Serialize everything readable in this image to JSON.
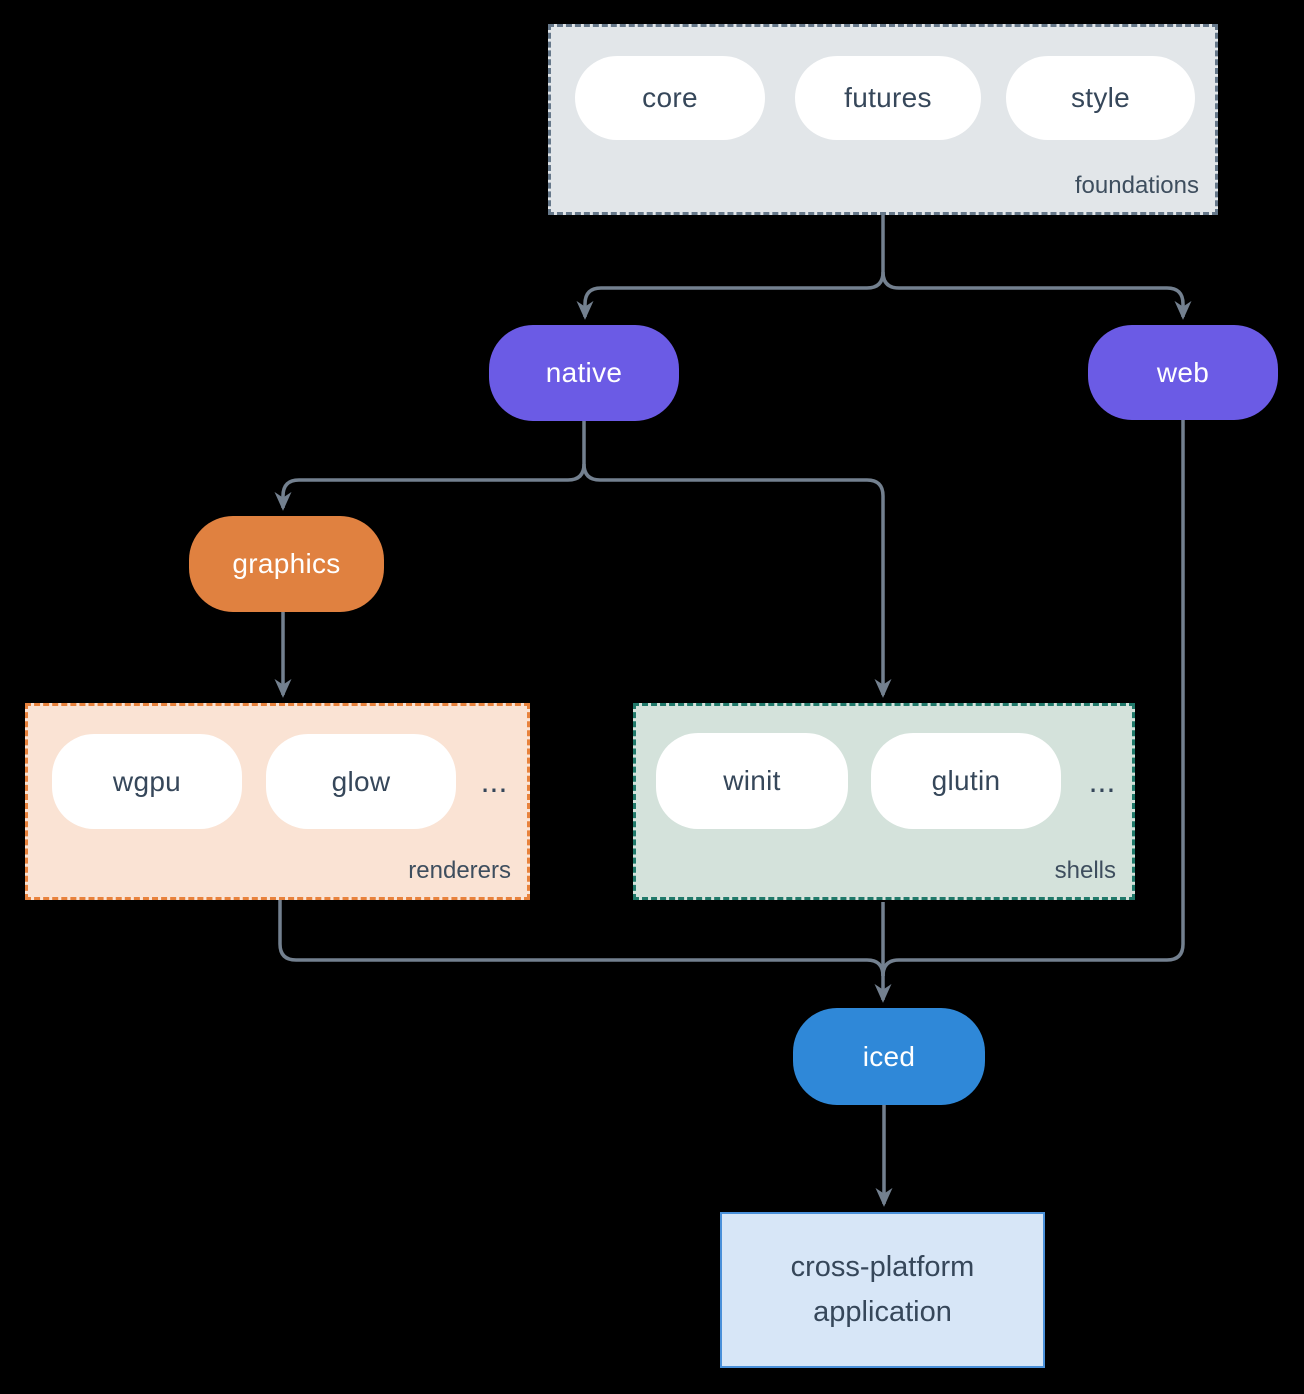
{
  "colors": {
    "canvas-bg": "#000000",
    "line": "#73808F",
    "text-dark": "#36475A",
    "text-light": "#FFFFFF",
    "label": "#3E4E5E",
    "purple": "#6B5BE5",
    "orange": "#E08140",
    "blue": "#2F88D8",
    "foundations-fill": "#E2E6E9",
    "foundations-border": "#66788A",
    "renderers-fill": "#FAE3D4",
    "renderers-border": "#E8823C",
    "shells-fill": "#D4E2DB",
    "shells-border": "#20796A",
    "app-fill": "#D7E6F7",
    "app-border": "#4A90D9"
  },
  "nodes": {
    "foundations": {
      "label": "foundations",
      "items": [
        "core",
        "futures",
        "style"
      ]
    },
    "native": {
      "label": "native"
    },
    "web": {
      "label": "web"
    },
    "graphics": {
      "label": "graphics"
    },
    "renderers": {
      "label": "renderers",
      "items": [
        "wgpu",
        "glow"
      ],
      "ellipsis": "..."
    },
    "shells": {
      "label": "shells",
      "items": [
        "winit",
        "glutin"
      ],
      "ellipsis": "..."
    },
    "iced": {
      "label": "iced"
    },
    "application": {
      "lines": [
        "cross-platform",
        "application"
      ]
    }
  }
}
